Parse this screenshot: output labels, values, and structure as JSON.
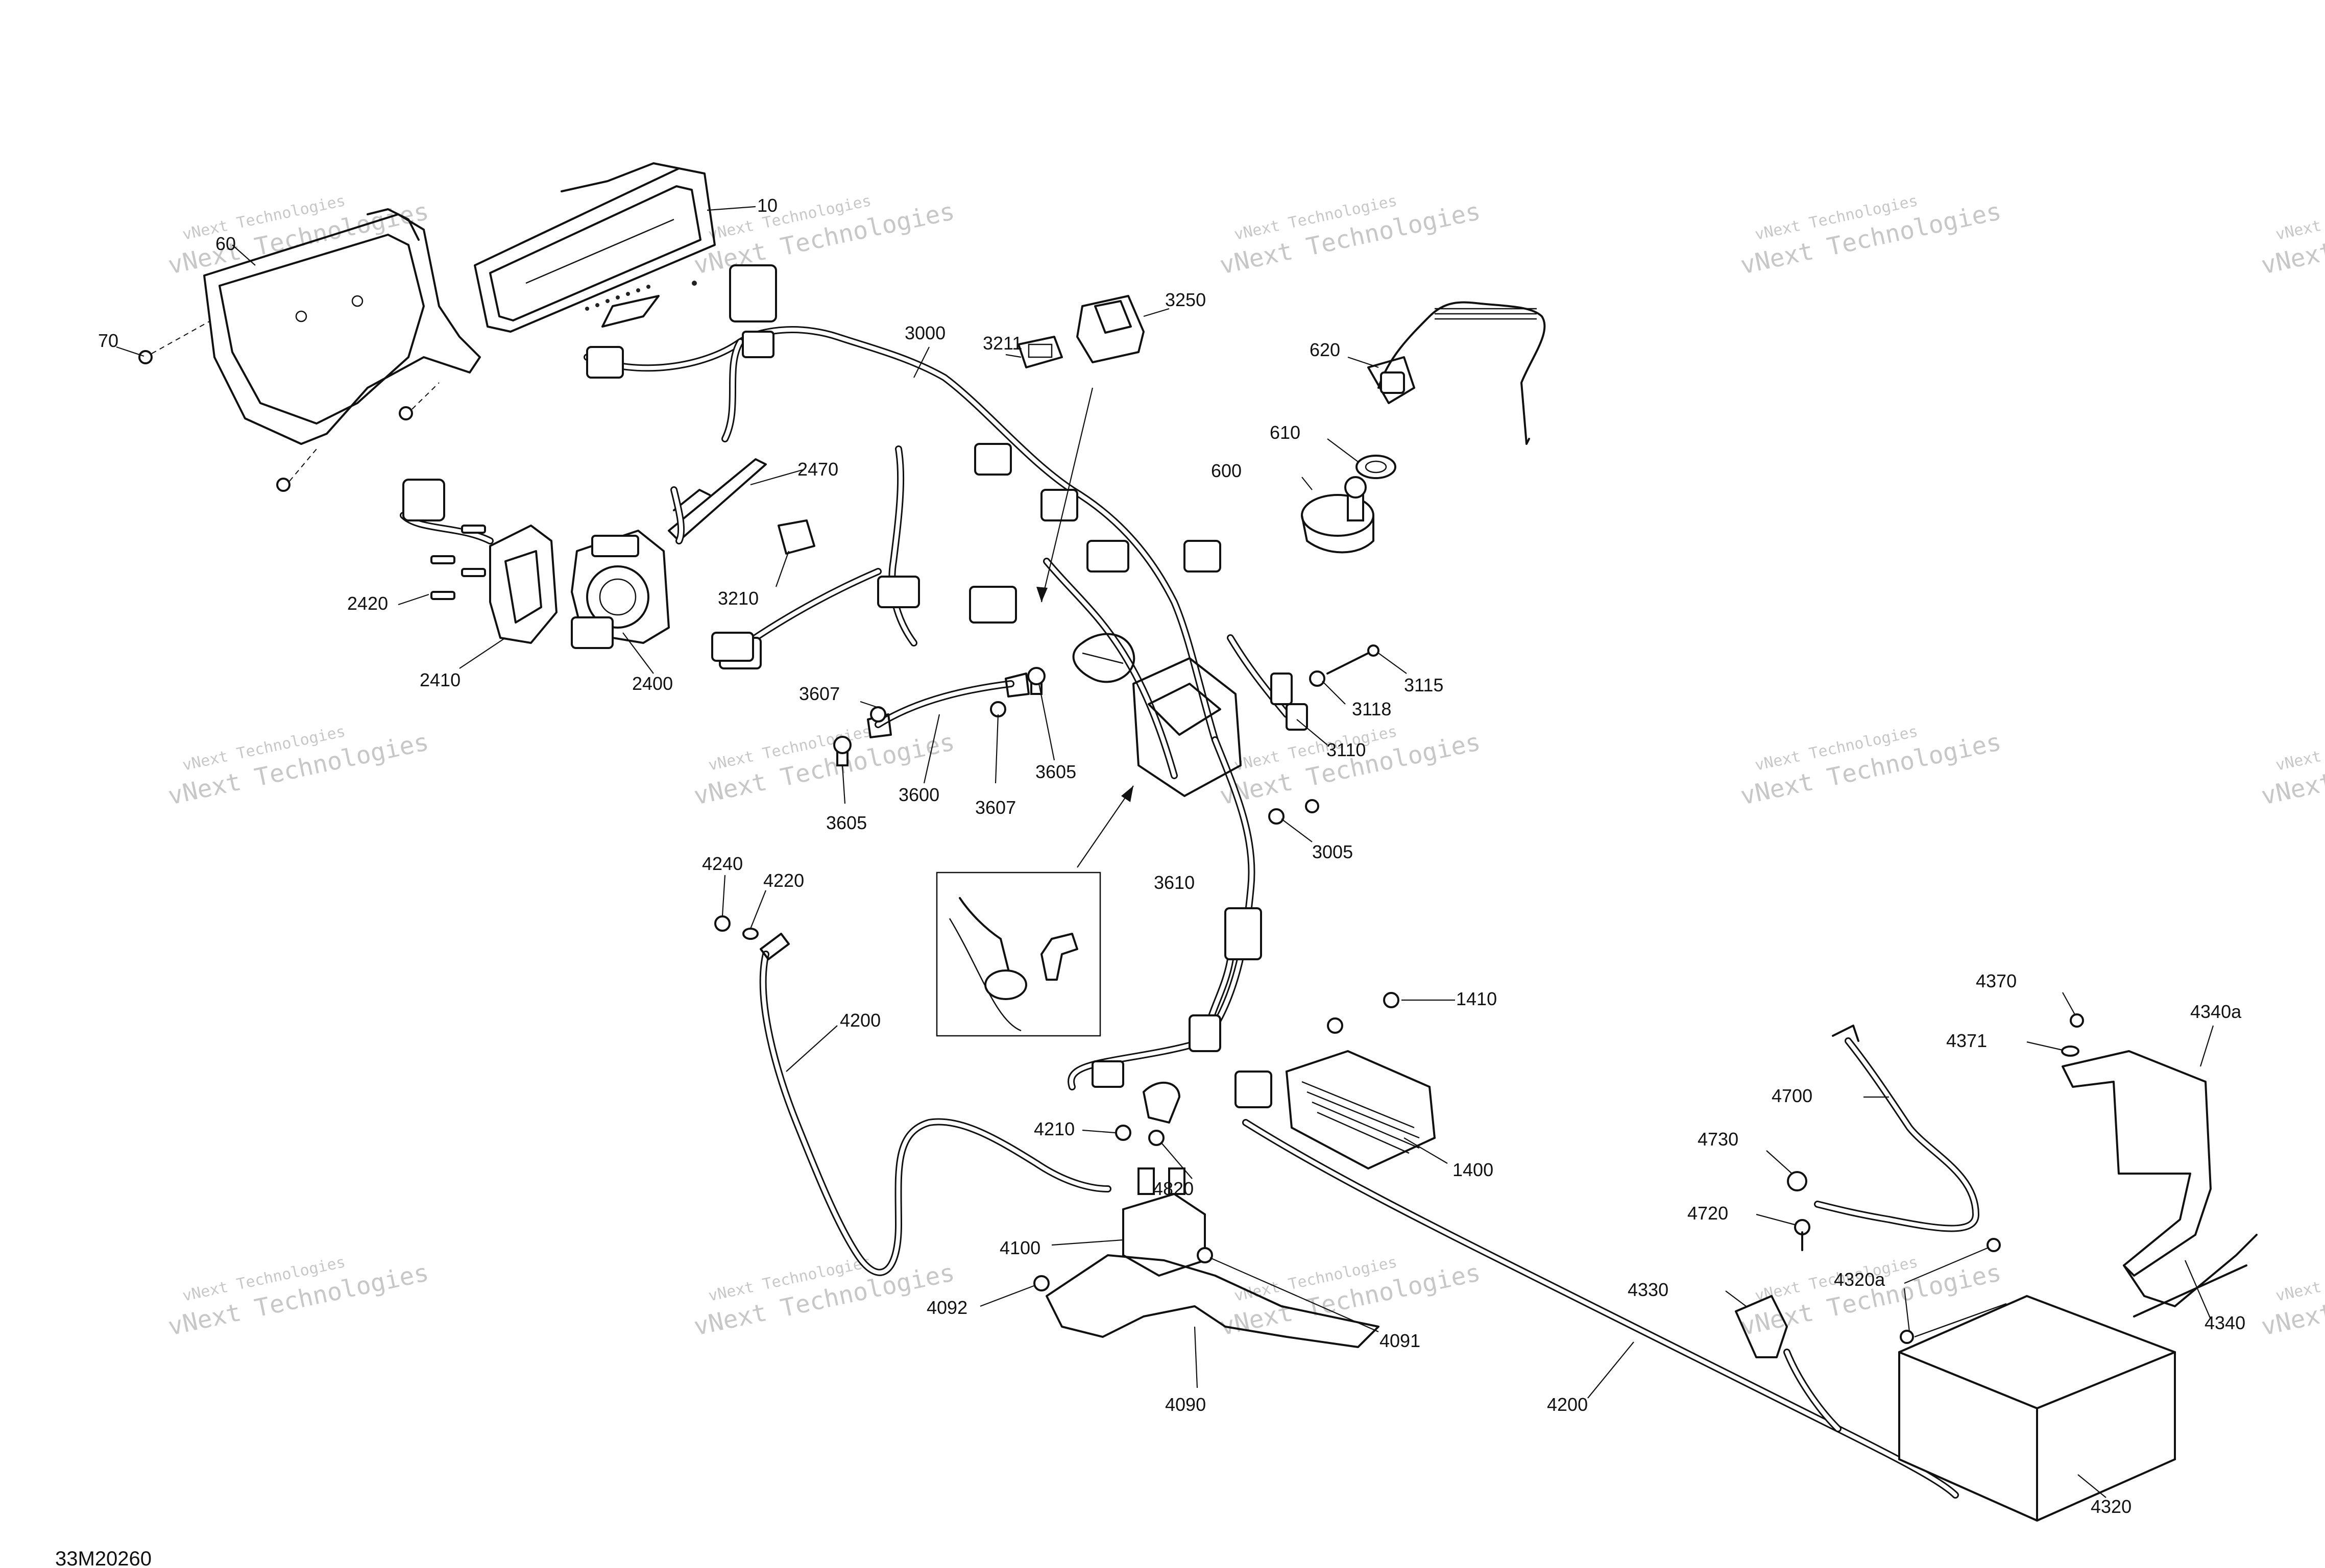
{
  "diagram_code": "33M20260",
  "watermark": {
    "line1": "vNext Technologies",
    "line2": "vNext Technologies"
  },
  "callouts": {
    "c10": "10",
    "c60": "60",
    "c70": "70",
    "c3000": "3000",
    "c3211": "3211",
    "c3250": "3250",
    "c620": "620",
    "c610": "610",
    "c600": "600",
    "c2470": "2470",
    "c2420": "2420",
    "c2410": "2410",
    "c2400": "2400",
    "c3210": "3210",
    "c3607a": "3607",
    "c3605a": "3605",
    "c3600": "3600",
    "c3607b": "3607",
    "c3605b": "3605",
    "c3115": "3115",
    "c3118": "3118",
    "c3110": "3110",
    "c3005": "3005",
    "c3610": "3610",
    "c4240": "4240",
    "c4220": "4220",
    "c4200a": "4200",
    "c1410": "1410",
    "c1400": "1400",
    "c4210": "4210",
    "c4820": "4820",
    "c4100": "4100",
    "c4092": "4092",
    "c4091": "4091",
    "c4090": "4090",
    "c4200b": "4200",
    "c4370": "4370",
    "c4371": "4371",
    "c4340a": "4340a",
    "c4700": "4700",
    "c4730": "4730",
    "c4720": "4720",
    "c4330": "4330",
    "c4320a": "4320a",
    "c4340": "4340",
    "c4320": "4320"
  }
}
